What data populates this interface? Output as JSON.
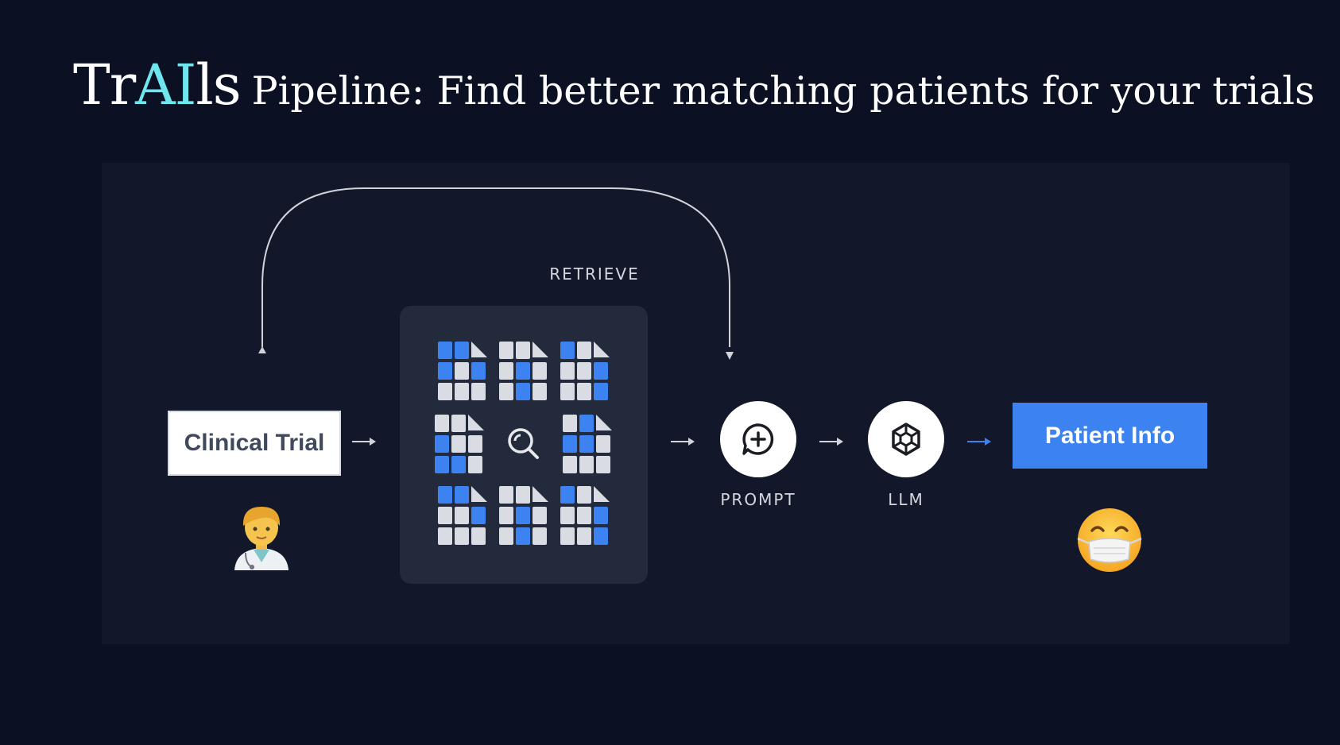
{
  "title": {
    "brand_prefix": "Tr",
    "brand_ai": "AI",
    "brand_suffix": "ls",
    "rest": "Pipeline: Find better matching patients for your trials"
  },
  "diagram": {
    "retrieve_label": "RETRIEVE",
    "clinical_trial_label": "Clinical Trial",
    "prompt_label": "PROMPT",
    "llm_label": "LLM",
    "patient_info_label": "Patient Info",
    "doctor_icon": "health-worker-emoji",
    "patient_icon": "face-with-medical-mask-emoji",
    "search_icon": "magnifier-icon",
    "prompt_icon": "chat-plus-icon",
    "llm_icon": "openai-knot-icon"
  },
  "colors": {
    "background": "#0b1023",
    "panel": "#121829",
    "retrieve_box": "#222a3b",
    "ai_accent": "#6fe6ee",
    "patient_button": "#3c82f1",
    "doc_blue": "#3c82f1",
    "doc_gray": "#d9dde3"
  }
}
